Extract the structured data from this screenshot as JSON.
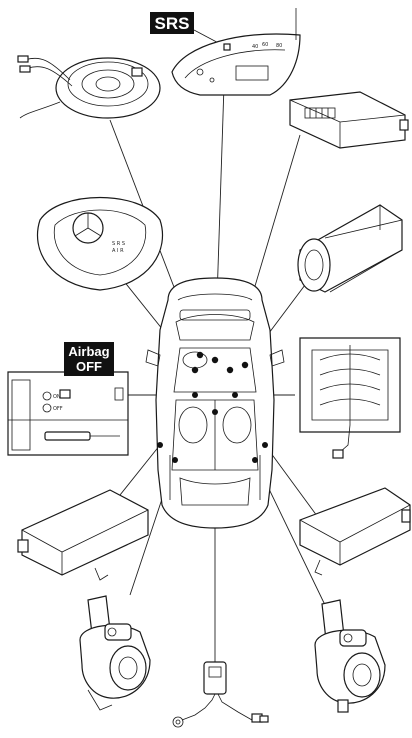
{
  "labels": {
    "srs": "SRS",
    "airbag_line1": "Airbag",
    "airbag_line2": "OFF",
    "switch_on": "ON",
    "switch_off": "OFF"
  },
  "colors": {
    "line": "#1a1a1a",
    "label_bg": "#111111",
    "label_text": "#ffffff",
    "background": "#ffffff"
  }
}
